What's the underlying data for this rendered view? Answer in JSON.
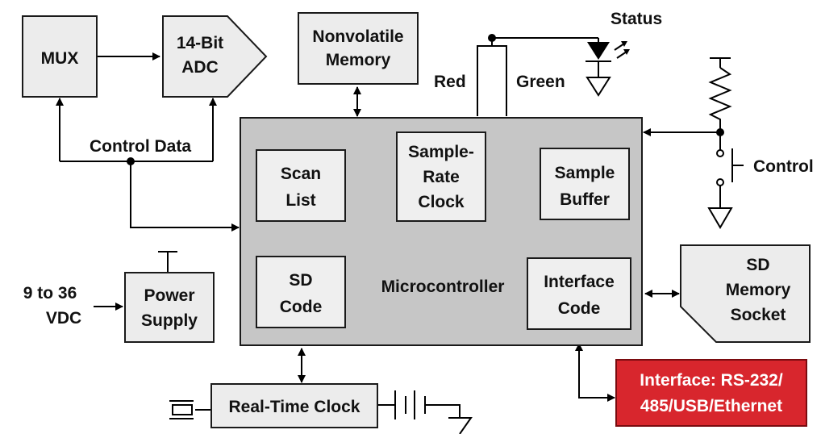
{
  "blocks": {
    "mux": "MUX",
    "adc": [
      "14-Bit",
      "ADC"
    ],
    "nonvolatile": [
      "Nonvolatile",
      "Memory"
    ],
    "scan_list": [
      "Scan",
      "List"
    ],
    "sample_rate_clock": [
      "Sample-",
      "Rate",
      "Clock"
    ],
    "sample_buffer": [
      "Sample",
      "Buffer"
    ],
    "sd_code": [
      "SD",
      "Code"
    ],
    "microcontroller": "Microcontroller",
    "interface_code": [
      "Interface",
      "Code"
    ],
    "power_supply": [
      "Power",
      "Supply"
    ],
    "real_time_clock": "Real-Time Clock",
    "sd_socket": [
      "SD",
      "Memory",
      "Socket"
    ],
    "interface_box": [
      "Interface: RS-232/",
      "485/USB/Ethernet"
    ]
  },
  "labels": {
    "control_data": "Control Data",
    "supply_input": [
      "9 to 36",
      "VDC"
    ],
    "status": "Status",
    "red": "Red",
    "green": "Green",
    "control": "Control"
  },
  "colors": {
    "block_fill": "#ececec",
    "microcontroller_fill": "#c6c6c6",
    "interface_box_fill": "#d8262d",
    "interface_box_text": "#ffffff"
  }
}
